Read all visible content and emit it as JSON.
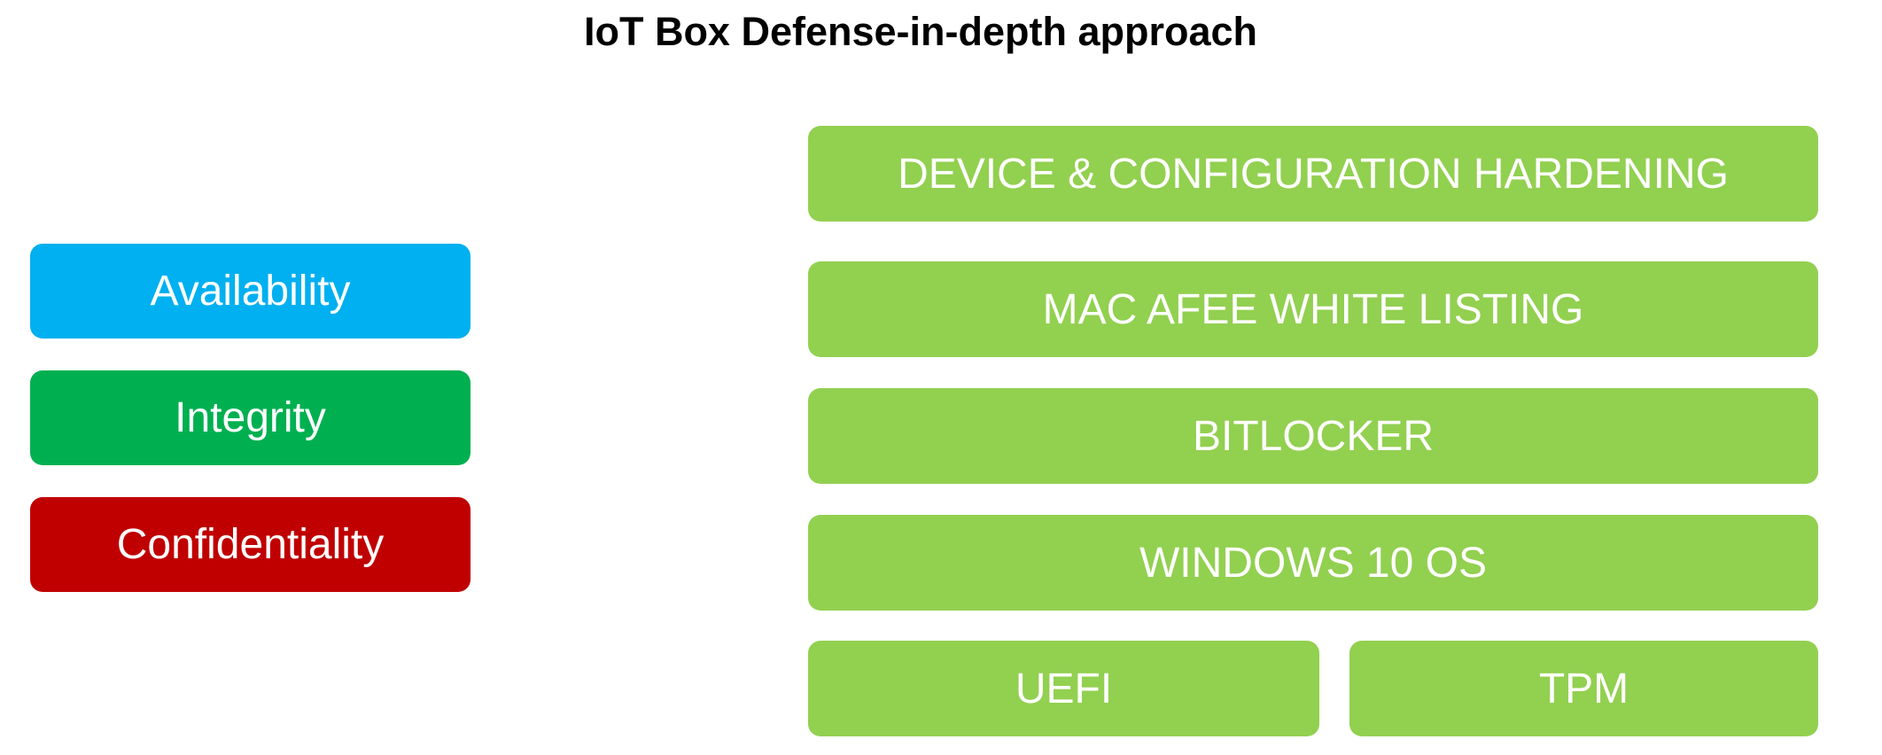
{
  "title": "IoT Box Defense-in-depth approach",
  "principles": [
    {
      "label": "Availability",
      "color": "#00B0F0"
    },
    {
      "label": "Integrity",
      "color": "#00B050"
    },
    {
      "label": "Confidentiality",
      "color": "#C00000"
    }
  ],
  "layers": [
    {
      "label": "DEVICE & CONFIGURATION HARDENING"
    },
    {
      "label": "MAC AFEE WHITE LISTING"
    },
    {
      "label": "BITLOCKER"
    },
    {
      "label": "WINDOWS 10 OS"
    },
    {
      "label": "UEFI"
    },
    {
      "label": "TPM"
    }
  ],
  "colors": {
    "layer": "#92D050"
  }
}
